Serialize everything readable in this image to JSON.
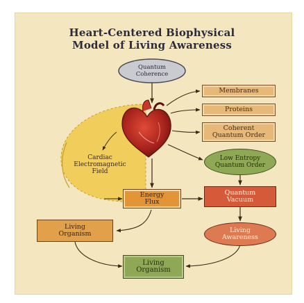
{
  "title": {
    "line1": "Heart-Centered Biophysical",
    "line2": "Model of Living Awareness"
  },
  "nodes": {
    "quantum_coherence": {
      "line1": "Quantum",
      "line2": "Coherence"
    },
    "membranes": {
      "label": "Membranes"
    },
    "proteins": {
      "label": "Proteins"
    },
    "coherent_quantum_order": {
      "line1": "Coherent",
      "line2": "Quantum Order"
    },
    "low_entropy_quantum_order": {
      "line1": "Low Entropy",
      "line2": "Quantum Order"
    },
    "cardiac_field": {
      "line1": "Cardiac",
      "line2": "Electromagnetic",
      "line3": "Field"
    },
    "energy_flux": {
      "line1": "Energy",
      "line2": "Flux"
    },
    "quantum_vacuum": {
      "line1": "Quantum",
      "line2": "Vacuum"
    },
    "living_organism_left": {
      "line1": "Living",
      "line2": "Organism"
    },
    "living_awareness": {
      "line1": "Living",
      "line2": "Awareness"
    },
    "living_organism_bottom": {
      "line1": "Living",
      "line2": "Organism"
    }
  },
  "colors": {
    "panel": "#f4e7bf",
    "field": "#f0c94a",
    "tan_box": "#e6b978",
    "orange_box": "#e39436",
    "red_box": "#d45a3a",
    "green_box": "#8fa855",
    "oval_blue": "#c9cbd0",
    "heart": "#b82a22"
  },
  "icons": [
    "heart-illustration"
  ]
}
